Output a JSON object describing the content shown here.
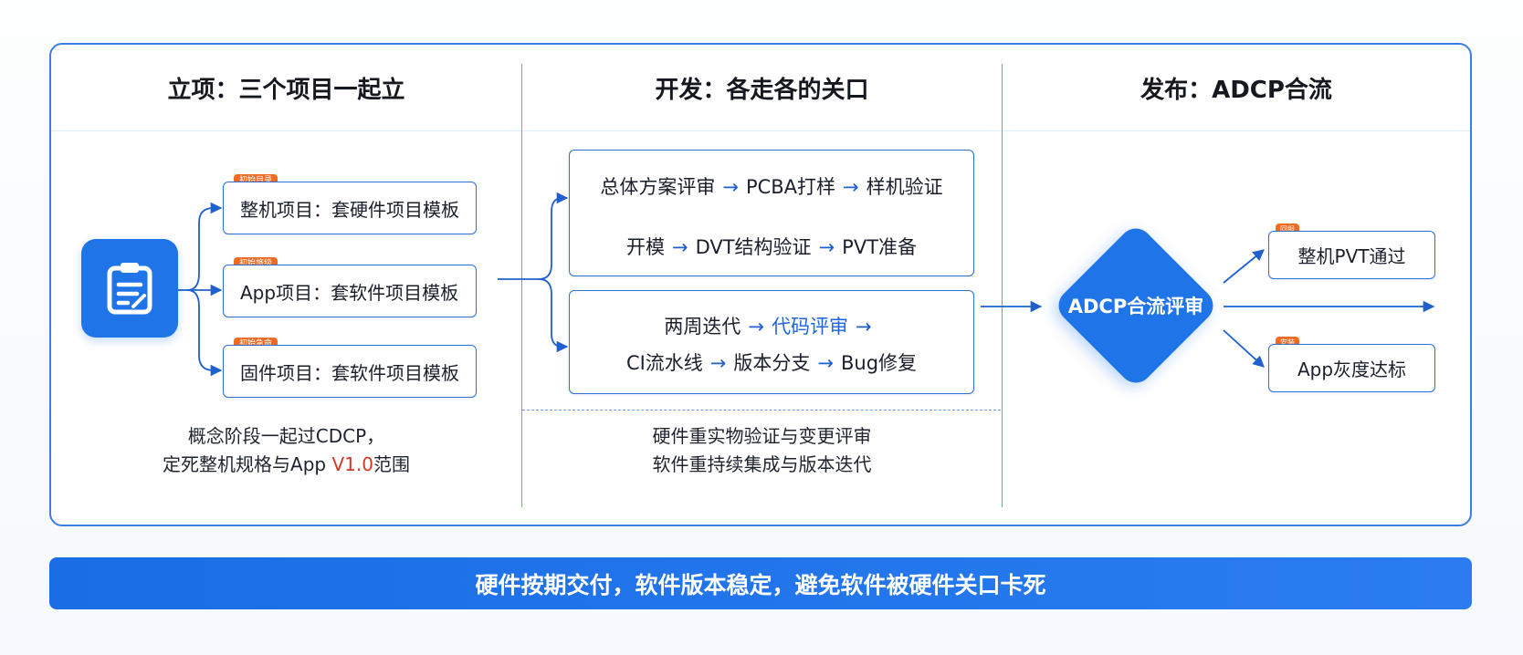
{
  "columns": [
    {
      "title": "立项：三个项目一起立"
    },
    {
      "title": "开发：各走各的关口"
    },
    {
      "title": "发布：ADCP合流"
    }
  ],
  "initiation": {
    "icon": "clipboard-icon",
    "projects": [
      {
        "tag": "初始目录",
        "label": "整机项目：套硬件项目模板"
      },
      {
        "tag": "初始旅级",
        "label": "App项目：套软件项目模板"
      },
      {
        "tag": "初始急命",
        "label": "固件项目：套软件项目模板"
      }
    ],
    "note": {
      "line1": "概念阶段一起过CDCP，",
      "line2_prefix": "定死整机规格与App ",
      "line2_highlight": "V1.0",
      "line2_suffix": "范围"
    }
  },
  "development": {
    "hardware": {
      "row1": [
        "总体方案评审",
        "PCBA打样",
        "样机验证"
      ],
      "row2": [
        "开模",
        "DVT结构验证",
        "PVT准备"
      ]
    },
    "software": {
      "row1": [
        "两周迭代",
        "代码评审"
      ],
      "row2": [
        "CI流水线",
        "版本分支",
        "Bug修复"
      ]
    },
    "arrow": "→",
    "note": {
      "line1": "硬件重实物验证与变更评审",
      "line2": "软件重持续集成与版本迭代"
    }
  },
  "release": {
    "diamond_label": "ADCP合流评审",
    "outputs": [
      {
        "tag": "回报",
        "label": "整机PVT通过"
      },
      {
        "tag": "安装",
        "label": "App灰度达标"
      }
    ]
  },
  "banner": {
    "text": "硬件按期交付，软件版本稳定，避免软件被硬件关口卡死"
  },
  "colors": {
    "primary": "#1f74e8",
    "border": "#2f6fd6",
    "tag": "#ef6a23",
    "highlight_red": "#d23a28"
  }
}
